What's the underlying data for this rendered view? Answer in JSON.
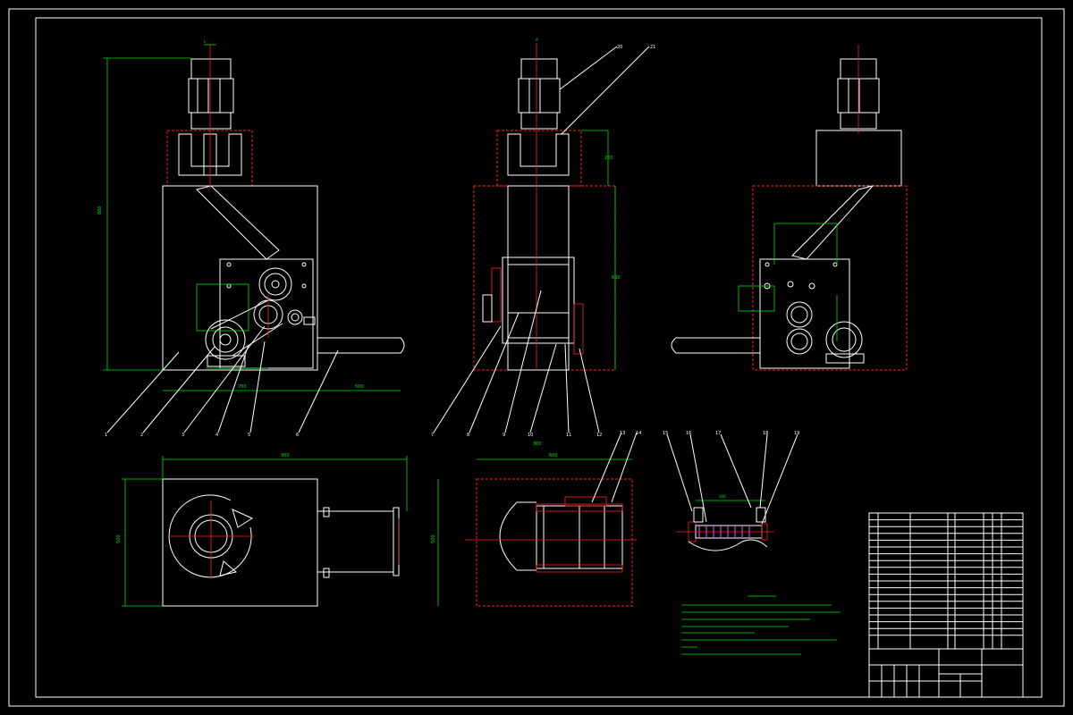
{
  "drawing": {
    "kind": "mechanical assembly drawing",
    "colors": {
      "background": "#000000",
      "outline": "#ffffff",
      "dimension": "#00e000",
      "centerline": "#ff2020"
    },
    "balloons_view1": [
      "1",
      "2",
      "3",
      "4",
      "5",
      "6"
    ],
    "balloons_view2": [
      "7",
      "8",
      "9",
      "10",
      "11",
      "12"
    ],
    "balloons_top_view2": [
      "13",
      "14"
    ],
    "balloons_top": [
      "20",
      "21"
    ],
    "balloons_detail": [
      "15",
      "16",
      "17",
      "18",
      "19"
    ]
  }
}
